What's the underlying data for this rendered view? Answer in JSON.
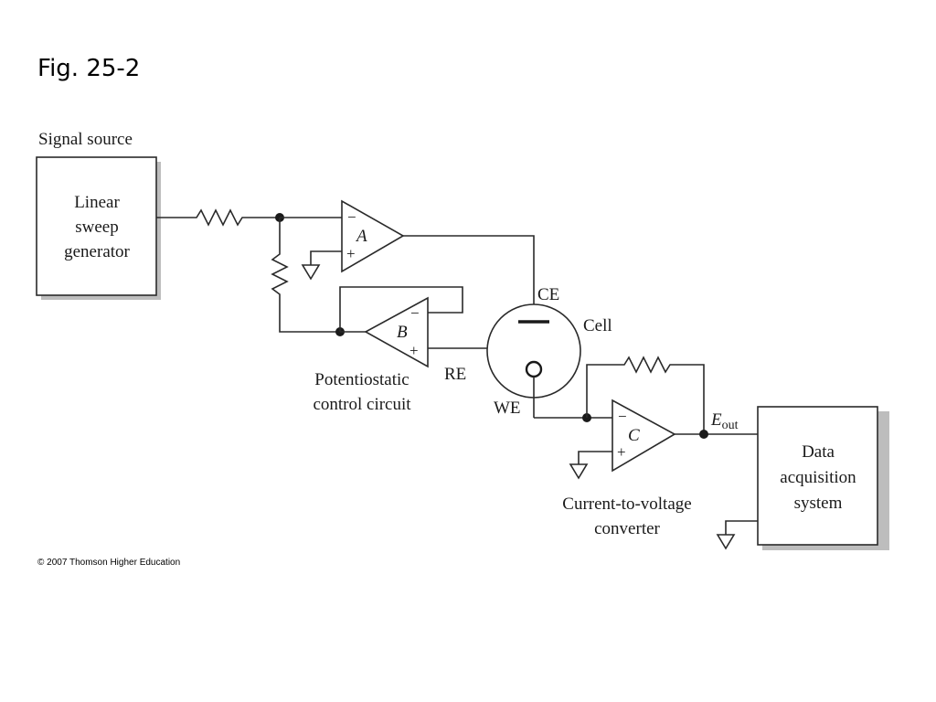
{
  "slide": {
    "title": "Fig. 25-2",
    "copyright": "© 2007 Thomson Higher Education"
  },
  "diagram": {
    "signal_source_label": "Signal source",
    "sweep_generator": [
      "Linear",
      "sweep",
      "generator"
    ],
    "amp_a": {
      "name": "A",
      "minus": "−",
      "plus": "+"
    },
    "amp_b": {
      "name": "B",
      "minus": "−",
      "plus": "+"
    },
    "amp_c": {
      "name": "C",
      "minus": "−",
      "plus": "+"
    },
    "potentiostat_label": [
      "Potentiostatic",
      "control circuit"
    ],
    "ce_label": "CE",
    "cell_label": "Cell",
    "re_label": "RE",
    "we_label": "WE",
    "eout_main": "E",
    "eout_sub": "out",
    "converter_label": [
      "Current-to-voltage",
      "converter"
    ],
    "daq_label": [
      "Data",
      "acquisition",
      "system"
    ]
  }
}
